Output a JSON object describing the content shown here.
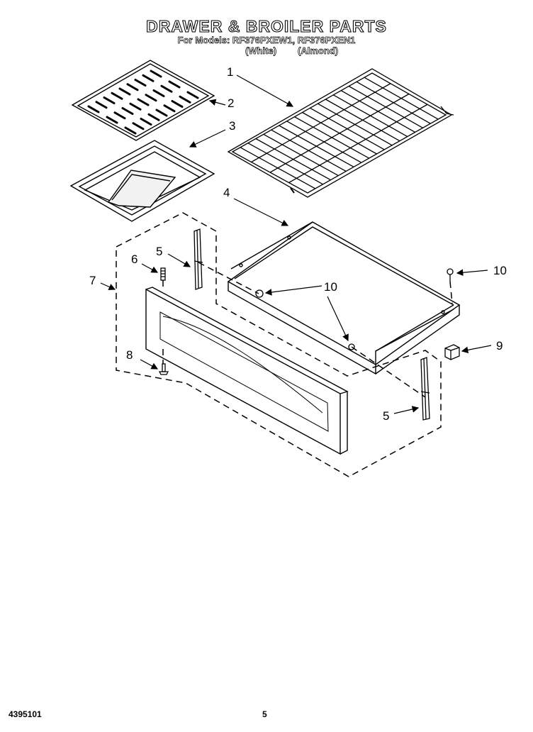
{
  "header": {
    "title": "DRAWER & BROILER PARTS",
    "models_line": "For Models: RF376PXEW1, RF376PXEN1",
    "color_white": "(White)",
    "color_almond": "(Almond)"
  },
  "callouts": {
    "c1": "1",
    "c2": "2",
    "c3": "3",
    "c4": "4",
    "c5a": "5",
    "c5b": "5",
    "c6": "6",
    "c7": "7",
    "c8": "8",
    "c9": "9",
    "c10a": "10",
    "c10b": "10"
  },
  "footer": {
    "doc_number": "4395101",
    "page_number": "5"
  }
}
